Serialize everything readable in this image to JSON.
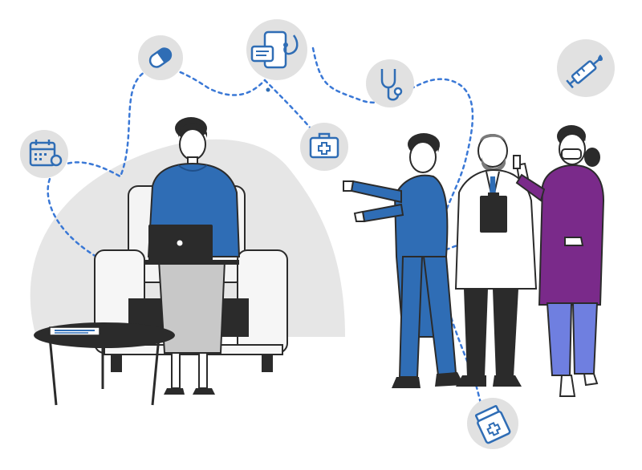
{
  "illustration": {
    "icons": [
      {
        "name": "calendar-settings-icon"
      },
      {
        "name": "pill-capsule-icon"
      },
      {
        "name": "phone-chat-stethoscope-icon"
      },
      {
        "name": "stethoscope-icon"
      },
      {
        "name": "first-aid-kit-icon"
      },
      {
        "name": "syringe-icon"
      },
      {
        "name": "medicine-bottle-icon"
      }
    ],
    "people": [
      {
        "name": "patient-woman-with-laptop"
      },
      {
        "name": "nurse-in-blue-scrubs"
      },
      {
        "name": "doctor-with-clipboard"
      },
      {
        "name": "woman-in-mask-purple-coat"
      }
    ],
    "colors": {
      "blue": "#2F6DB5",
      "dark": "#2b2b2b",
      "icon_circle": "#e1e1e1",
      "backdrop": "#e6e6e6",
      "purple": "#7a2a8a",
      "periwinkle": "#6f7fe0",
      "dotted_line": "#3a78d6"
    }
  }
}
